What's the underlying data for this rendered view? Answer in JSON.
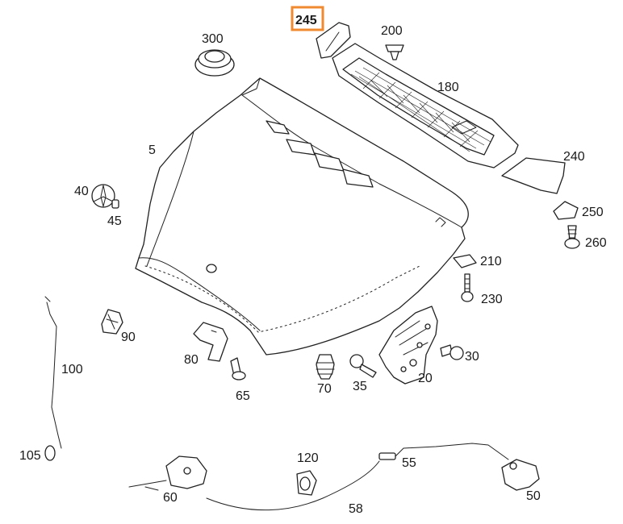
{
  "diagram": {
    "highlight_color": "#f08a30",
    "highlighted_part": "245",
    "callouts": {
      "hood": "5",
      "hinge_right": "20",
      "bolt_30": "30",
      "bolt_35": "35",
      "star_badge": "40",
      "badge_clip": "45",
      "hood_lock": "50",
      "cable_55": "55",
      "cable_58": "58",
      "lock_lower": "60",
      "bolt_65": "65",
      "bump_stop": "70",
      "bracket_80": "80",
      "holder_90": "90",
      "prop_rod": "100",
      "rod_end": "105",
      "cable_clip": "120",
      "vent_grille": "180",
      "clip_200": "200",
      "nut_210": "210",
      "screw_230": "230",
      "cover_240": "240",
      "cover_245": "245",
      "clip_250": "250",
      "screw_260": "260",
      "grommet_300": "300"
    }
  }
}
